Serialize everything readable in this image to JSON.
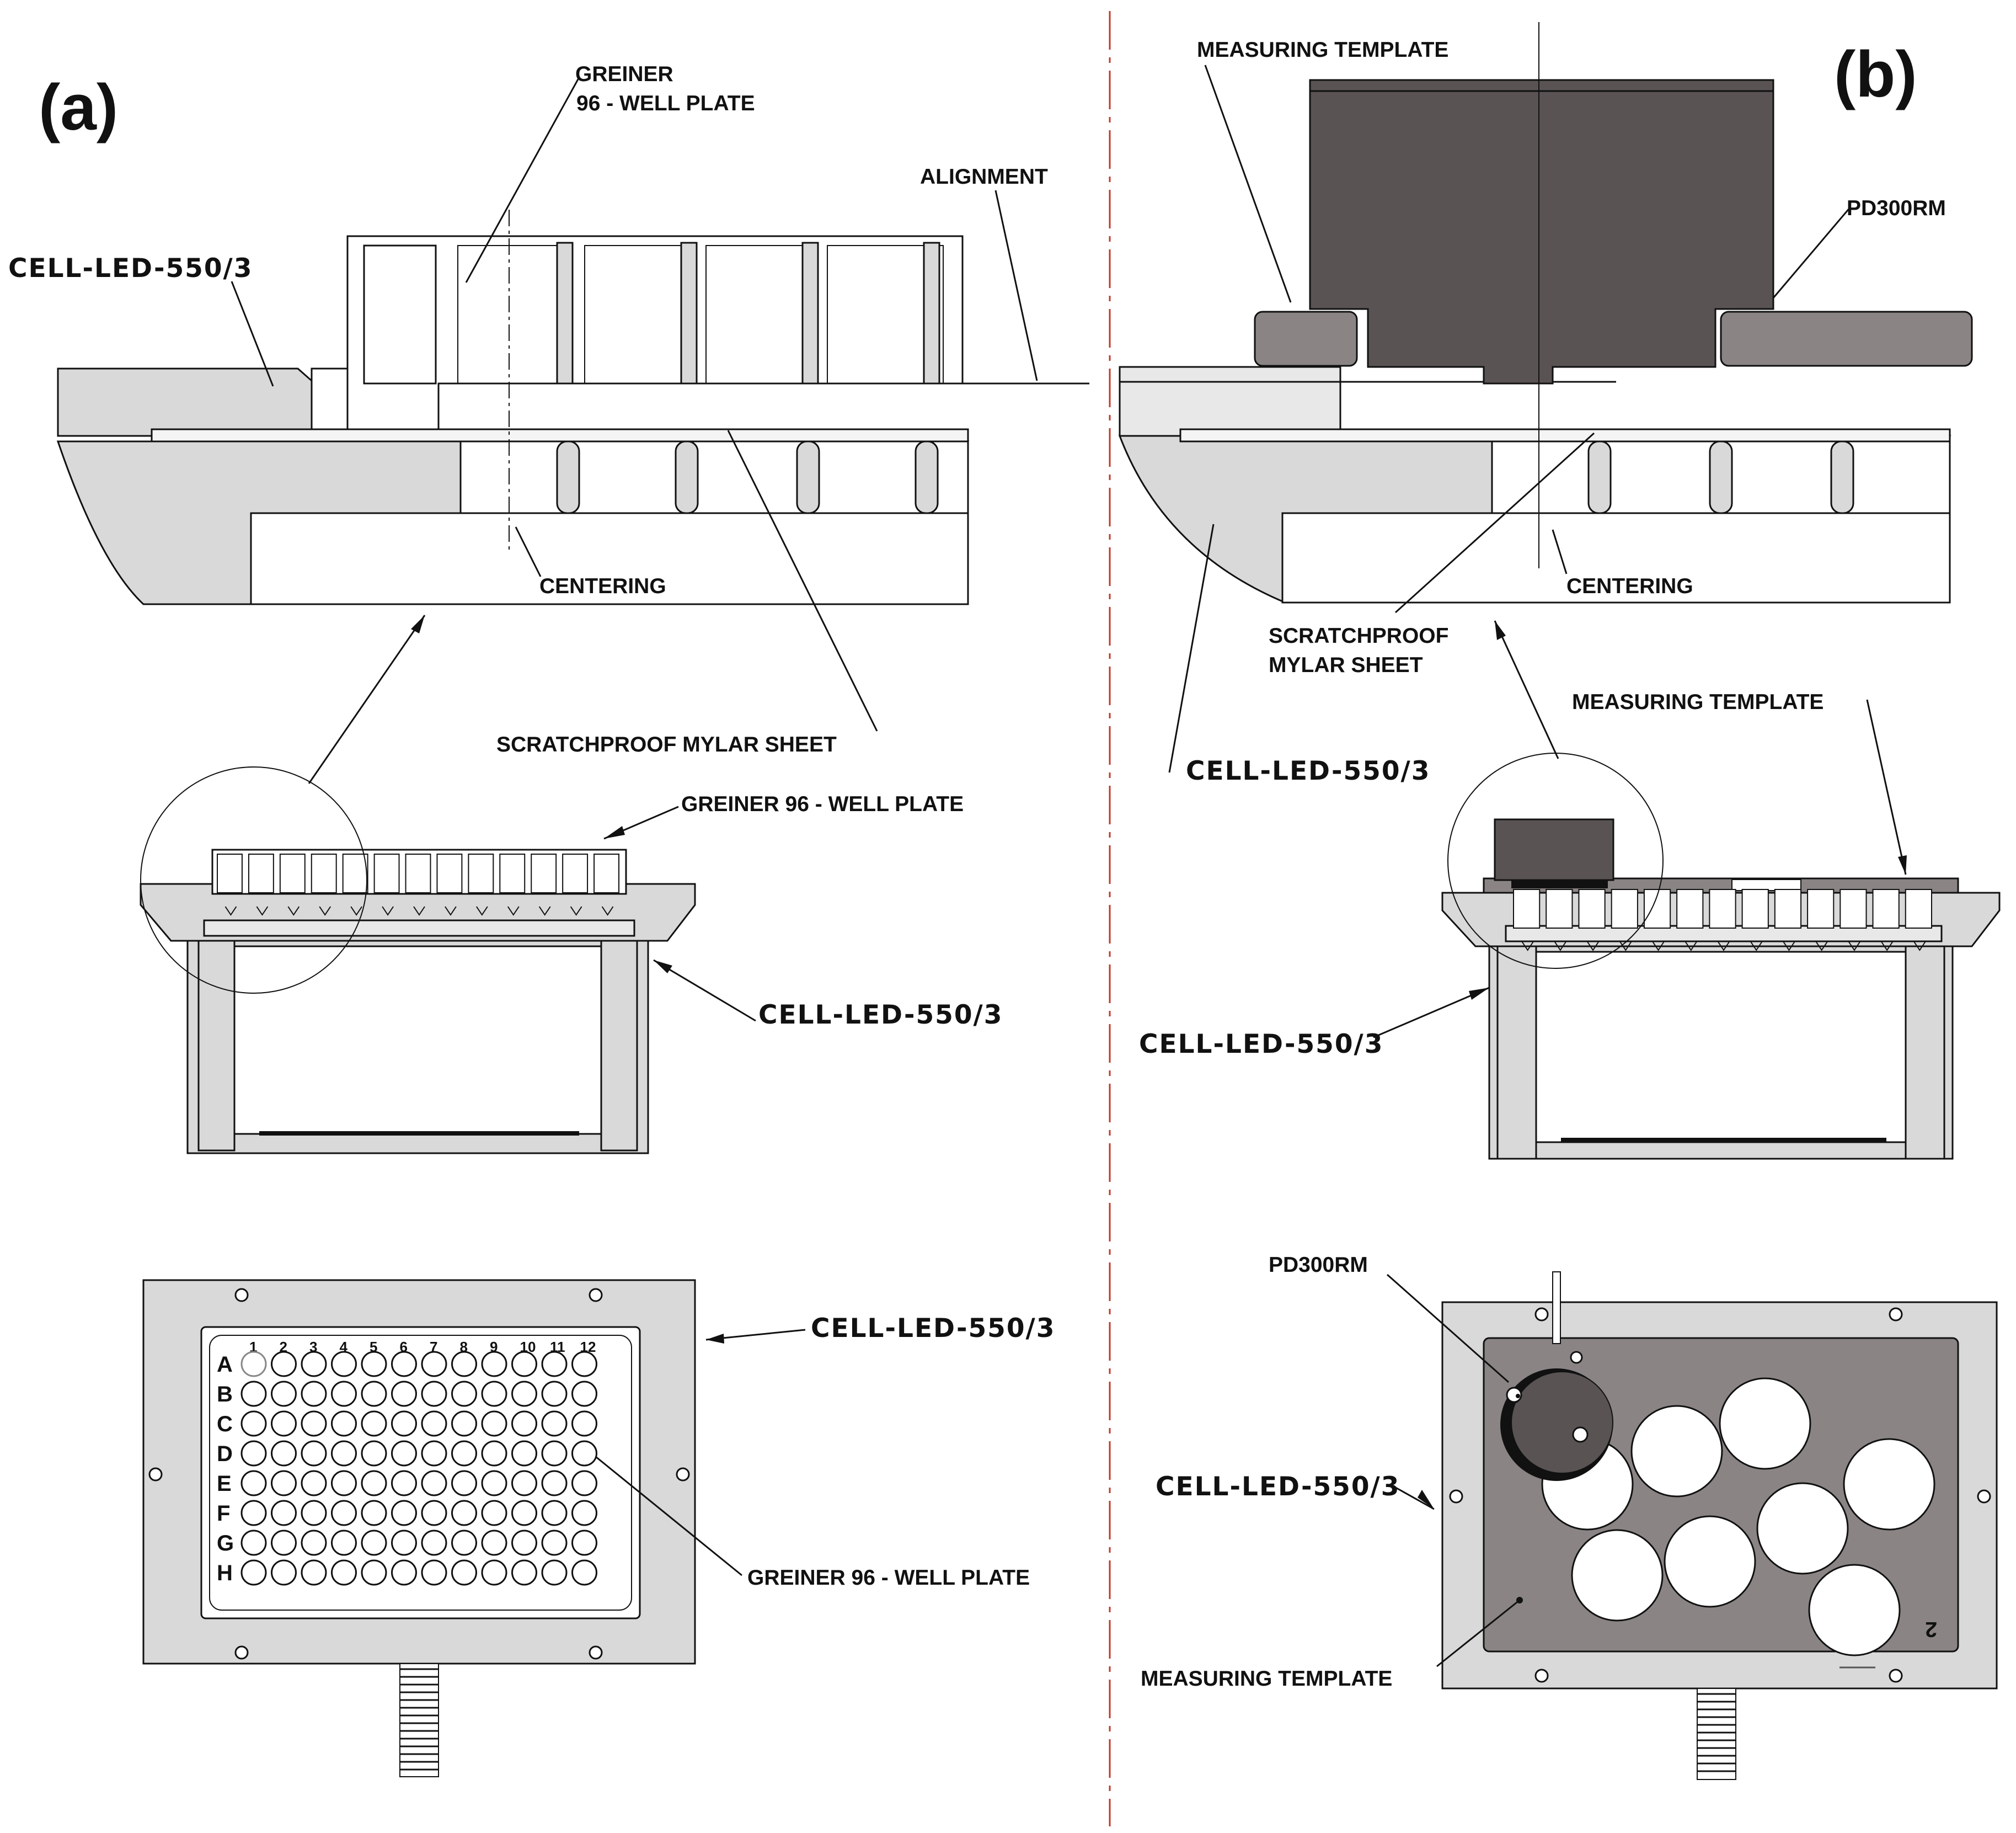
{
  "panels": {
    "a": "(a)",
    "b": "(b)"
  },
  "labels_a": {
    "greiner_top_1": "GREINER",
    "greiner_top_2": "96 - WELL  PLATE",
    "alignment": "ALIGNMENT",
    "cell_led_detail": "CELL-LED-550/3",
    "centering": "CENTERING",
    "scratchproof": "SCRATCHPROOF MYLAR SHEET",
    "greiner_side": "GREINER 96 - WELL  PLATE",
    "cell_led_side": "CELL-LED-550/3",
    "cell_led_top": "CELL-LED-550/3",
    "greiner_top_view": "GREINER 96 - WELL  PLATE"
  },
  "labels_b": {
    "measuring_template_detail": "MEASURING TEMPLATE",
    "pd300rm_detail": "PD300RM",
    "centering": "CENTERING",
    "scratchproof_1": "SCRATCHPROOF",
    "scratchproof_2": "MYLAR SHEET",
    "cell_led_detail": "CELL-LED-550/3",
    "measuring_template_side": "MEASURING TEMPLATE",
    "cell_led_side": "CELL-LED-550/3",
    "pd300rm_top": "PD300RM",
    "cell_led_top": "CELL-LED-550/3",
    "measuring_template_top": "MEASURING TEMPLATE",
    "template_mark": "2"
  },
  "plate": {
    "columns": [
      "1",
      "2",
      "3",
      "4",
      "5",
      "6",
      "7",
      "8",
      "9",
      "10",
      "11",
      "12"
    ],
    "rows": [
      "A",
      "B",
      "C",
      "D",
      "E",
      "F",
      "G",
      "H"
    ]
  },
  "colors": {
    "light_gray": "#d9d9d9",
    "dark_gray": "#595353",
    "template_gray": "#8a8484",
    "divider_red": "#c0392b"
  }
}
